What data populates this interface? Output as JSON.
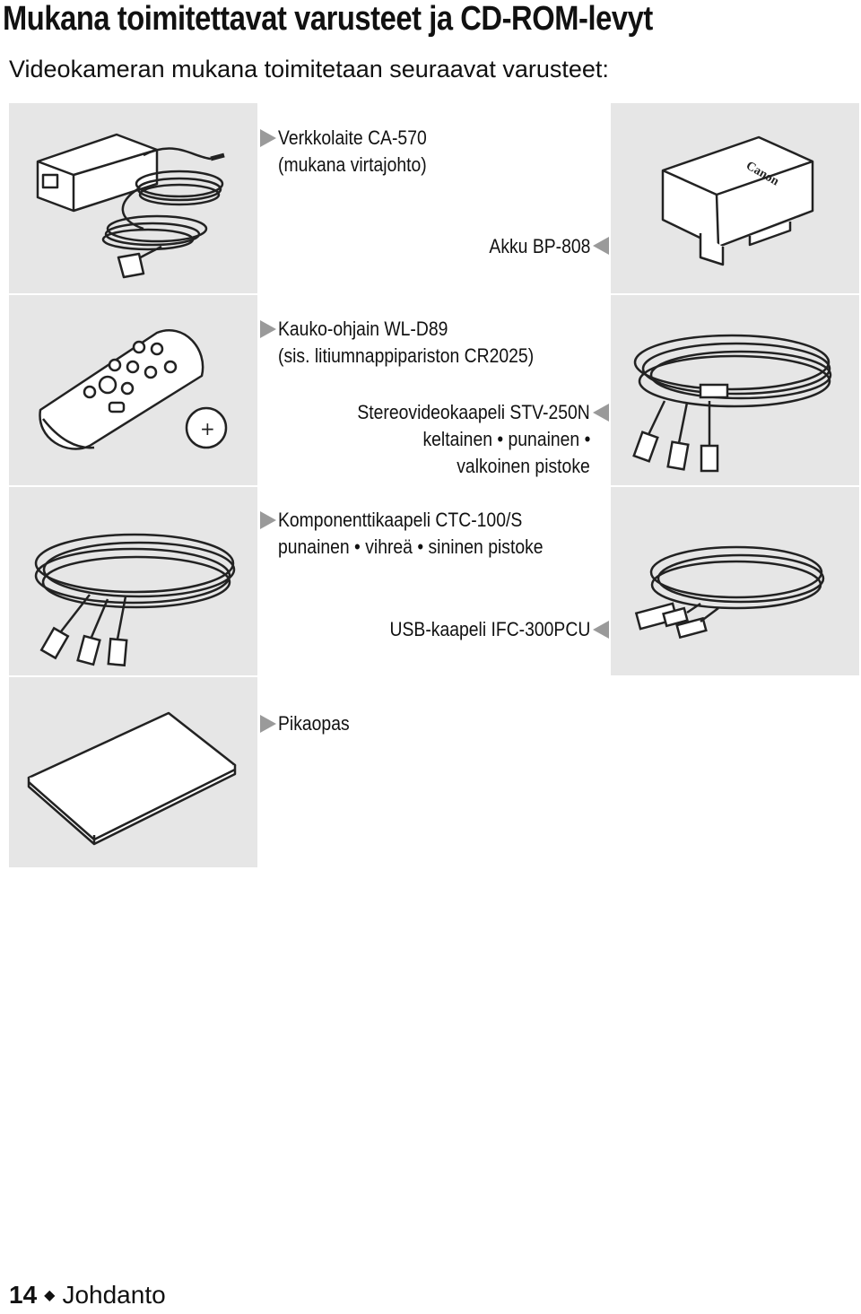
{
  "page": {
    "title": "Mukana toimitettavat varusteet ja CD-ROM-levyt",
    "subtitle": "Videokameran mukana toimitetaan seuraavat varusteet:"
  },
  "items": {
    "adapter": {
      "line1": "Verkkolaite CA-570",
      "line2": "(mukana virtajohto)"
    },
    "battery": {
      "line1": "Akku BP-808"
    },
    "remote": {
      "line1": "Kauko-ohjain WL-D89",
      "line2": "(sis. litiumnappipariston CR2025)"
    },
    "stereo_cable": {
      "line1": "Stereovideokaapeli STV-250N",
      "line2": "keltainen • punainen •",
      "line3": "valkoinen pistoke"
    },
    "component_cable": {
      "line1": "Komponenttikaapeli CTC-100/S",
      "line2": "punainen • vihreä • sininen pistoke"
    },
    "usb_cable": {
      "line1": "USB-kaapeli IFC-300PCU"
    },
    "quick_guide": {
      "line1": "Pikaopas"
    }
  },
  "footer": {
    "page_number": "14",
    "separator": "◆",
    "section": "Johdanto"
  },
  "colors": {
    "panel_bg": "#e6e6e6",
    "arrow": "#9a9a9a",
    "text": "#111111"
  },
  "icons": [
    "power-adapter-illustration",
    "battery-illustration",
    "remote-control-illustration",
    "av-cable-illustration",
    "component-cable-illustration",
    "usb-cable-illustration",
    "quick-guide-illustration"
  ]
}
